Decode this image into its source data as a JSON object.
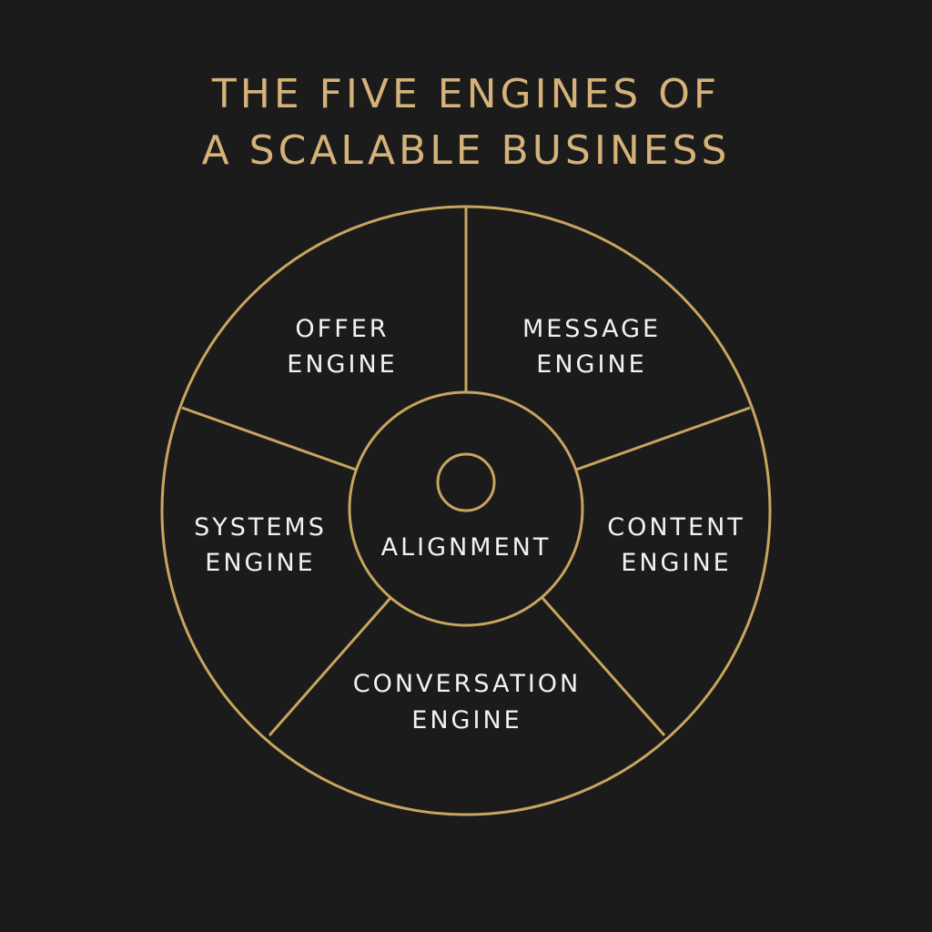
{
  "title": {
    "line1": "THE FIVE ENGINES OF",
    "line2": "A SCALABLE BUSINESS"
  },
  "center": {
    "label": "ALIGNMENT"
  },
  "segments": [
    {
      "line1": "OFFER",
      "line2": "ENGINE"
    },
    {
      "line1": "MESSAGE",
      "line2": "ENGINE"
    },
    {
      "line1": "CONTENT",
      "line2": "ENGINE"
    },
    {
      "line1": "CONVERSATION",
      "line2": "ENGINE"
    },
    {
      "line1": "SYSTEMS",
      "line2": "ENGINE"
    }
  ],
  "colors": {
    "accent": "#c8a55f",
    "background": "#1b1b1b",
    "text": "#f2f2f2"
  }
}
